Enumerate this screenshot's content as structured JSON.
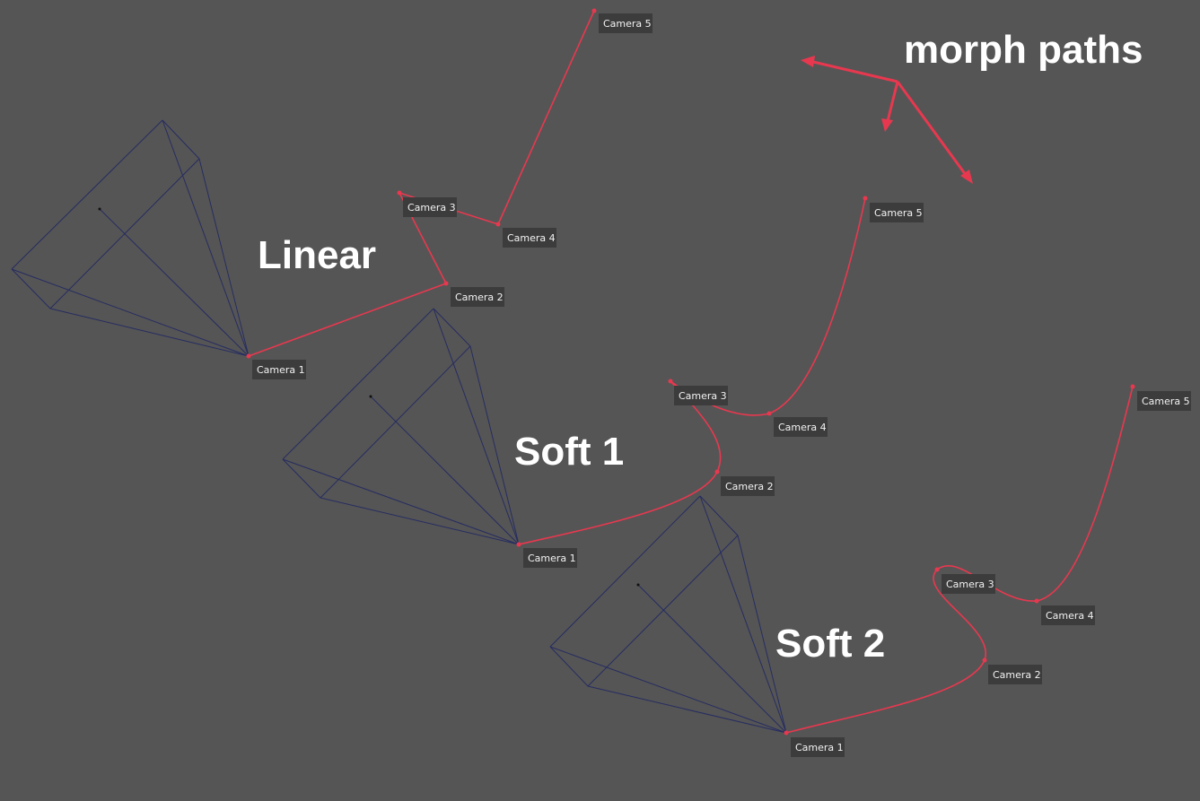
{
  "title": "morph paths",
  "accent_color": "#e8384f",
  "frustum_color": "#262c61",
  "groups": [
    {
      "id": "linear",
      "label": "Linear",
      "cameras": [
        "Camera 1",
        "Camera 2",
        "Camera 3",
        "Camera 4",
        "Camera 5"
      ]
    },
    {
      "id": "soft1",
      "label": "Soft 1",
      "cameras": [
        "Camera 1",
        "Camera 2",
        "Camera 3",
        "Camera 4",
        "Camera 5"
      ]
    },
    {
      "id": "soft2",
      "label": "Soft 2",
      "cameras": [
        "Camera 1",
        "Camera 2",
        "Camera 3",
        "Camera 4",
        "Camera 5"
      ]
    }
  ]
}
